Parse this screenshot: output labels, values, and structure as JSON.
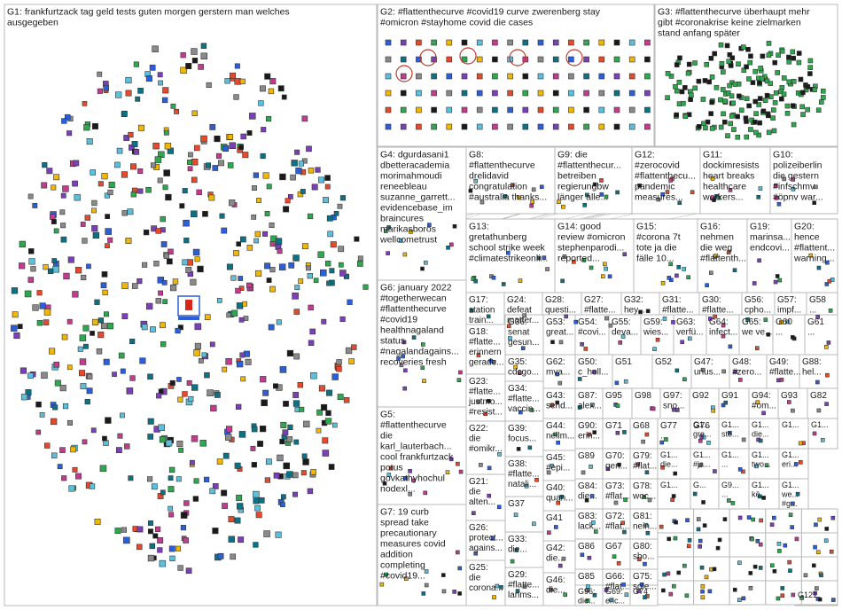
{
  "groups": [
    {
      "id": "G1",
      "label": "G1: frankfurtzack tag geld tests guten morgen gerstern man welches ausgegeben",
      "lines": [
        "G1: frankfurtzack tag geld tests guten morgen gerstern man welches",
        "ausgegeben"
      ]
    },
    {
      "id": "G2",
      "lines": [
        "G2: #flattenthecurve #covid19 curve zwerenberg stay",
        "#omicron #stayhome covid die cases"
      ]
    },
    {
      "id": "G3",
      "lines": [
        "G3: #flattenthecurve überhaupt mehr",
        "gibt #coronakrise keine zielmarken",
        "stand anfang später"
      ]
    },
    {
      "id": "G4",
      "lines": [
        "G4: dgurdasani1",
        "dbetteracademia",
        "morimahmoudi",
        "reneebleau",
        "suzanne_garrett...",
        "evidencebase_im",
        "braincures",
        "marikasboros",
        "wellcometrust"
      ]
    },
    {
      "id": "G8",
      "lines": [
        "G8:",
        "#flattenthecurve",
        "drelidavid",
        "congratulation",
        "#australia thanks..."
      ]
    },
    {
      "id": "G9",
      "lines": [
        "G9: die",
        "#flattenthecur...",
        "betreiben",
        "regierungbw",
        "länger alle..."
      ]
    },
    {
      "id": "G12",
      "lines": [
        "G12:",
        "#zerocovid",
        "#flattenthecu...",
        "pandemic",
        "measures..."
      ]
    },
    {
      "id": "G11",
      "lines": [
        "G11:",
        "dockimresists",
        "heart breaks",
        "healthcare",
        "workers..."
      ]
    },
    {
      "id": "G10",
      "lines": [
        "G10:",
        "polizeiberlin",
        "die gestern",
        "#infschmv",
        "#öpnv war..."
      ]
    },
    {
      "id": "G13",
      "lines": [
        "G13:",
        "gretathunberg",
        "school strike week",
        "#climatestrikeonli...",
        ""
      ]
    },
    {
      "id": "G14",
      "lines": [
        "G14: good",
        "review #omicron",
        "stephenparodi...",
        "reported..."
      ]
    },
    {
      "id": "G15",
      "lines": [
        "G15:",
        "#corona 7t",
        "tote ja die",
        "fälle 10..."
      ]
    },
    {
      "id": "G16",
      "lines": [
        "G16:",
        "nehmen",
        "die weg",
        "#flattenth..."
      ]
    },
    {
      "id": "G19",
      "lines": [
        "G19:",
        "marinsa...",
        "endcovi...",
        ""
      ]
    },
    {
      "id": "G20",
      "lines": [
        "G20:",
        "hence",
        "#flattent...",
        "warning..."
      ]
    },
    {
      "id": "G6",
      "lines": [
        "G6: january 2022",
        "#togetherwecan",
        "#flattenthecurve",
        "#covid19",
        "healthnagaland",
        "status",
        "#nagalandagains...",
        "recoveries fresh"
      ]
    },
    {
      "id": "G5",
      "lines": [
        "G5:",
        "#flattenthecurve",
        "die",
        "karl_lauterbach...",
        "cool frankfurtzack",
        "potus",
        "govkathyhochul",
        "nodexl..."
      ]
    },
    {
      "id": "G7",
      "lines": [
        "G7: 19 curb",
        "spread take",
        "precautionary",
        "measures covid",
        "addition",
        "completing",
        "#covid19..."
      ]
    },
    {
      "id": "G17",
      "lines": [
        "G17:",
        "station",
        "train..."
      ]
    },
    {
      "id": "G24",
      "lines": [
        "G24:",
        "defeat",
        "matter..."
      ]
    },
    {
      "id": "G28",
      "lines": [
        "G28:",
        "questi..."
      ]
    },
    {
      "id": "G27",
      "lines": [
        "G27:",
        "#flatte..."
      ]
    },
    {
      "id": "G32",
      "lines": [
        "G32:",
        "hey..."
      ]
    },
    {
      "id": "G31",
      "lines": [
        "G31:",
        "#flatte..."
      ]
    },
    {
      "id": "G30",
      "lines": [
        "G30:",
        "#flatte..."
      ]
    },
    {
      "id": "G56",
      "lines": [
        "G56:",
        "cpho..."
      ]
    },
    {
      "id": "G57",
      "lines": [
        "G57:",
        "impf..."
      ]
    },
    {
      "id": "G58",
      "lines": [
        "G58",
        "..."
      ]
    },
    {
      "id": "G18",
      "lines": [
        "G18:",
        "#flatte...",
        "erinnern",
        "gerade..."
      ]
    },
    {
      "id": "G36",
      "lines": [
        "G36:",
        "senat",
        "gesun..."
      ]
    },
    {
      "id": "G53",
      "lines": [
        "G53:",
        "great..."
      ]
    },
    {
      "id": "G54",
      "lines": [
        "G54:",
        "#covi..."
      ]
    },
    {
      "id": "G55",
      "lines": [
        "G55:",
        "deva..."
      ]
    },
    {
      "id": "G59",
      "lines": [
        "G59:",
        "wies..."
      ]
    },
    {
      "id": "G63",
      "lines": [
        "G63:",
        "verfü..."
      ]
    },
    {
      "id": "G64",
      "lines": [
        "G64:",
        "infect..."
      ]
    },
    {
      "id": "G65",
      "lines": [
        "G65:",
        "we ve..."
      ]
    },
    {
      "id": "G60",
      "lines": [
        "G60",
        "..."
      ]
    },
    {
      "id": "G61",
      "lines": [
        "G61",
        "..."
      ]
    },
    {
      "id": "G35",
      "lines": [
        "G35:",
        "cdcgo..."
      ]
    },
    {
      "id": "G62",
      "lines": [
        "G62:",
        "mva..."
      ]
    },
    {
      "id": "G50",
      "lines": [
        "G50:",
        "c_holl..."
      ]
    },
    {
      "id": "G51",
      "lines": [
        "G51",
        ""
      ]
    },
    {
      "id": "G52",
      "lines": [
        "G52",
        ""
      ]
    },
    {
      "id": "G47",
      "lines": [
        "G47:",
        "unus..."
      ]
    },
    {
      "id": "G48",
      "lines": [
        "G48:",
        "#zero..."
      ]
    },
    {
      "id": "G49",
      "lines": [
        "G49:",
        "#flatte..."
      ]
    },
    {
      "id": "G88",
      "lines": [
        "G88:",
        "hel..."
      ]
    },
    {
      "id": "G23",
      "lines": [
        "G23:",
        "#flatte...",
        "justmo...",
        "#resist..."
      ]
    },
    {
      "id": "G34",
      "lines": [
        "G34:",
        "#flatte...",
        "vaccin..."
      ]
    },
    {
      "id": "G43",
      "lines": [
        "G43:",
        "send..."
      ]
    },
    {
      "id": "G87",
      "lines": [
        "G87:",
        "alex..."
      ]
    },
    {
      "id": "G95",
      "lines": [
        "G95",
        ""
      ]
    },
    {
      "id": "G98",
      "lines": [
        "G98",
        ""
      ]
    },
    {
      "id": "G97",
      "lines": [
        "G97:",
        "sno..."
      ]
    },
    {
      "id": "G92",
      "lines": [
        "G92",
        ""
      ]
    },
    {
      "id": "G91",
      "lines": [
        "G91",
        ""
      ]
    },
    {
      "id": "G94",
      "lines": [
        "G94:",
        "#om..."
      ]
    },
    {
      "id": "G93",
      "lines": [
        "G93",
        ""
      ]
    },
    {
      "id": "G82",
      "lines": [
        "G82",
        ""
      ]
    },
    {
      "id": "G22",
      "lines": [
        "G22:",
        "die",
        "#omikr..."
      ]
    },
    {
      "id": "G39",
      "lines": [
        "G39:",
        "focus..."
      ]
    },
    {
      "id": "G44",
      "lines": [
        "G44:",
        "neilm..."
      ]
    },
    {
      "id": "G90",
      "lines": [
        "G90:",
        "erin..."
      ]
    },
    {
      "id": "G71",
      "lines": [
        "G71",
        ""
      ]
    },
    {
      "id": "G68",
      "lines": [
        "G68",
        ""
      ]
    },
    {
      "id": "G77",
      "lines": [
        "G77",
        "..."
      ]
    },
    {
      "id": "G76",
      "lines": [
        "G76",
        ""
      ]
    },
    {
      "id": "G38",
      "lines": [
        "G38:",
        "#flatte...",
        "natali..."
      ]
    },
    {
      "id": "G45",
      "lines": [
        "G45:",
        "#epi..."
      ]
    },
    {
      "id": "G89",
      "lines": [
        "G89",
        ""
      ]
    },
    {
      "id": "G70",
      "lines": [
        "G70:",
        "gen..."
      ]
    },
    {
      "id": "G79",
      "lines": [
        "G79:",
        "#flat..."
      ]
    },
    {
      "id": "G21",
      "lines": [
        "G21:",
        "die",
        "alten..."
      ]
    },
    {
      "id": "G40",
      "lines": [
        "G40:",
        "quan..."
      ]
    },
    {
      "id": "G84",
      "lines": [
        "G84:",
        "die..."
      ]
    },
    {
      "id": "G73",
      "lines": [
        "G73:",
        "#flat..."
      ]
    },
    {
      "id": "G78",
      "lines": [
        "G78:",
        "woc..."
      ]
    },
    {
      "id": "G37",
      "lines": [
        "G37",
        ""
      ]
    },
    {
      "id": "G83",
      "lines": [
        "G83:",
        "lack..."
      ]
    },
    {
      "id": "G72",
      "lines": [
        "G72:",
        "#flat..."
      ]
    },
    {
      "id": "G81",
      "lines": [
        "G81:",
        "nein..."
      ]
    },
    {
      "id": "G26",
      "lines": [
        "G26:",
        "protect...",
        "agains..."
      ]
    },
    {
      "id": "G41",
      "lines": [
        "G41",
        ""
      ]
    },
    {
      "id": "G86",
      "lines": [
        "G86",
        ""
      ]
    },
    {
      "id": "G67",
      "lines": [
        "G67",
        ""
      ]
    },
    {
      "id": "G80",
      "lines": [
        "G80:",
        "sho..."
      ]
    },
    {
      "id": "G33",
      "lines": [
        "G33:",
        "die..."
      ]
    },
    {
      "id": "G42",
      "lines": [
        "G42:",
        "die..."
      ]
    },
    {
      "id": "G85",
      "lines": [
        "G85",
        ""
      ]
    },
    {
      "id": "G66",
      "lines": [
        "G66:",
        "#flat..."
      ]
    },
    {
      "id": "G75",
      "lines": [
        "G75:",
        "sole..."
      ]
    },
    {
      "id": "G25",
      "lines": [
        "G25:",
        "die",
        "corona..."
      ]
    },
    {
      "id": "G29",
      "lines": [
        "G29:",
        "#flatte...",
        "lanms..."
      ]
    },
    {
      "id": "G46",
      "lines": [
        "G46:",
        "die..."
      ]
    },
    {
      "id": "G96",
      "lines": [
        "G96:",
        "die..."
      ]
    },
    {
      "id": "G69",
      "lines": [
        "G69:",
        "eric..."
      ]
    },
    {
      "id": "G74",
      "lines": [
        "G74",
        ""
      ]
    },
    {
      "id": "G121",
      "lines": [
        "G121"
      ]
    },
    {
      "id": "Gs1",
      "lines": [
        "G1...",
        "die..."
      ]
    },
    {
      "id": "Gs2",
      "lines": [
        "G1...",
        "#ja..."
      ]
    },
    {
      "id": "Gs3",
      "lines": [
        "G1...",
        "sto..."
      ]
    },
    {
      "id": "Gs4",
      "lines": [
        "G1...",
        "die..."
      ]
    },
    {
      "id": "Gs5",
      "lines": [
        "G1...",
        "gre..."
      ]
    },
    {
      "id": "Gs6",
      "lines": [
        "G1...",
        "two..."
      ]
    },
    {
      "id": "Gs7",
      "lines": [
        "G1...",
        "...",
        ""
      ]
    },
    {
      "id": "Gs8",
      "lines": [
        "G9...",
        "..."
      ]
    },
    {
      "id": "Gs9",
      "lines": [
        "G1...",
        "kë..."
      ]
    },
    {
      "id": "Gs10",
      "lines": [
        "G1...",
        "we...",
        "#g..."
      ]
    },
    {
      "id": "Gs11",
      "lines": [
        "G1...",
        "eri..."
      ]
    },
    {
      "id": "Gs12",
      "lines": [
        "G1..."
      ]
    },
    {
      "id": "Gs13",
      "lines": [
        "G1..."
      ]
    },
    {
      "id": "Gs14",
      "lines": [
        "G1..."
      ]
    },
    {
      "id": "Gs15",
      "lines": [
        "G..."
      ]
    }
  ]
}
